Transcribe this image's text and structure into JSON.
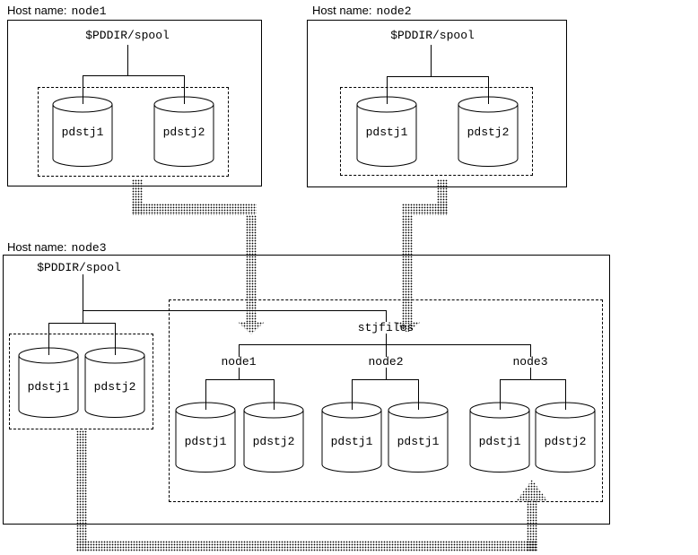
{
  "colors": {
    "background": "#ffffff",
    "line": "#000000"
  },
  "hosts": [
    {
      "title_prefix": "Host name:",
      "title_name": "node1",
      "spool_path": "$PDDIR/spool",
      "disks": [
        "pdstj1",
        "pdstj2"
      ]
    },
    {
      "title_prefix": "Host name:",
      "title_name": "node2",
      "spool_path": "$PDDIR/spool",
      "disks": [
        "pdstj1",
        "pdstj2"
      ]
    },
    {
      "title_prefix": "Host name:",
      "title_name": "node3",
      "spool_path": "$PDDIR/spool",
      "local_disks": [
        "pdstj1",
        "pdstj2"
      ],
      "stjfiles_dir": {
        "label": "stjfiles",
        "node_groups": [
          {
            "name": "node1",
            "disks": [
              "pdstj1",
              "pdstj2"
            ]
          },
          {
            "name": "node2",
            "disks": [
              "pdstj1",
              "pdstj1"
            ]
          },
          {
            "name": "node3",
            "disks": [
              "pdstj1",
              "pdstj2"
            ]
          }
        ]
      }
    }
  ]
}
